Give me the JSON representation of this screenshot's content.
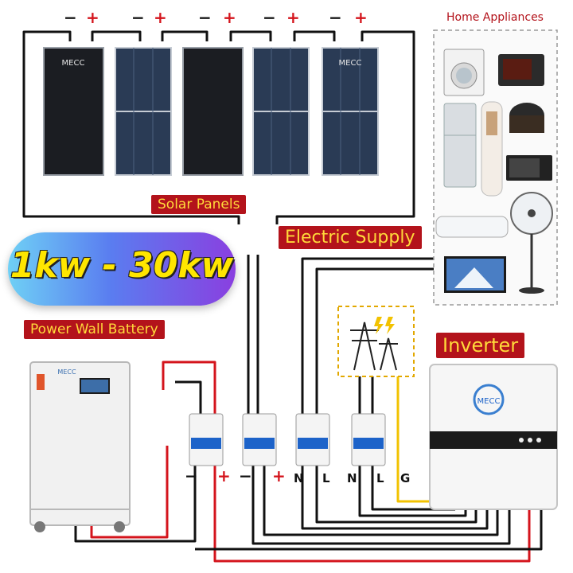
{
  "polarity": {
    "neg": "−",
    "pos": "+"
  },
  "solar_panels": {
    "label": "Solar Panels",
    "brand": "MECC"
  },
  "power_range": {
    "label": "1kw - 30kw"
  },
  "battery": {
    "label": "Power Wall Battery",
    "brand": "MECC"
  },
  "electric_supply": {
    "label": "Electric Supply"
  },
  "home_appliances": {
    "label": "Home Appliances"
  },
  "inverter": {
    "label": "Inverter",
    "brand": "MECC"
  },
  "terminals": {
    "n": "N",
    "l": "L",
    "g": "G"
  },
  "colors": {
    "label_bg": "#b3131b",
    "label_text": "#ffd93a",
    "wire_red": "#d4141c",
    "wire_black": "#111111",
    "wire_yellow": "#f2c200",
    "breaker_blue": "#1d63c9"
  }
}
